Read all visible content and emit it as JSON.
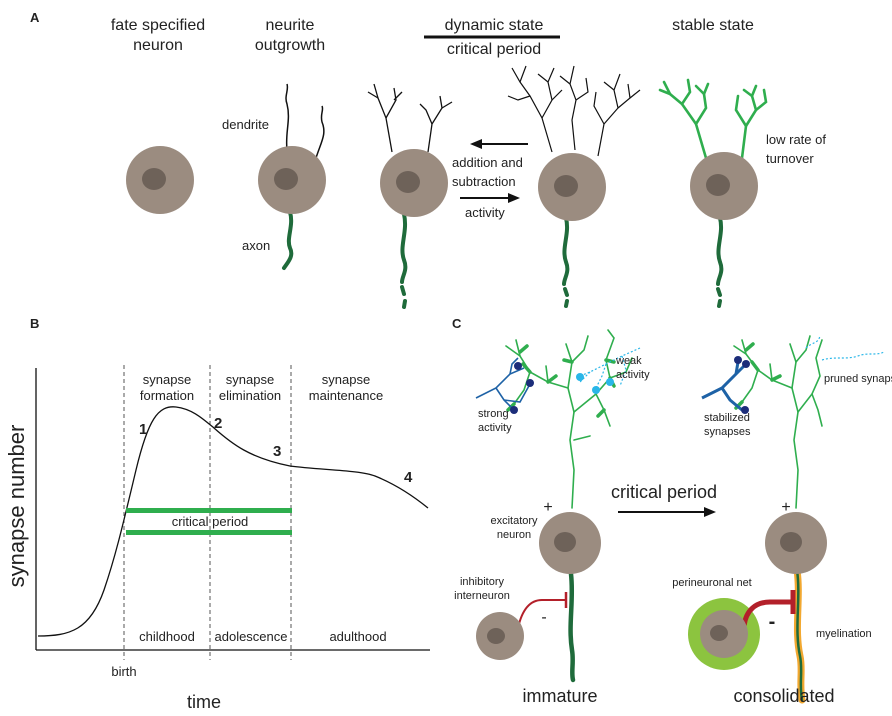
{
  "panels": {
    "a": "A",
    "b": "B",
    "c": "C"
  },
  "panel_a": {
    "stage1": [
      "fate specified",
      "neuron"
    ],
    "stage2": [
      "neurite",
      "outgrowth"
    ],
    "stage3": [
      "dynamic state",
      "critical period"
    ],
    "stage4": "stable state",
    "dendrite": "dendrite",
    "axon": "axon",
    "addition": "addition and",
    "subtraction": "subtraction",
    "activity": "activity",
    "turnover": [
      "low rate of",
      "turnover"
    ]
  },
  "panel_b": {
    "ylabel": "synapse number",
    "xlabel": "time",
    "birth": "birth",
    "phases": {
      "formation": [
        "synapse",
        "formation"
      ],
      "elimination": [
        "synapse",
        "elimination"
      ],
      "maintenance": [
        "synapse",
        "maintenance"
      ]
    },
    "numbers": [
      "1",
      "2",
      "3",
      "4"
    ],
    "critical_period": "critical period",
    "ages": [
      "childhood",
      "adolescence",
      "adulthood"
    ]
  },
  "panel_c": {
    "strong": [
      "strong",
      "activity"
    ],
    "weak": [
      "weak",
      "activity"
    ],
    "stabilized": [
      "stabilized",
      "synapses"
    ],
    "pruned": "pruned synapses",
    "critical_period": "critical period",
    "excitatory": [
      "excitatory",
      "neuron"
    ],
    "inhibitory": [
      "inhibitory",
      "interneuron"
    ],
    "perineuronal": "perineuronal net",
    "myelination": "myelination",
    "plus": "+",
    "minus": "-",
    "immature": "immature",
    "consolidated": "consolidated"
  },
  "colors": {
    "soma": "#9b8c80",
    "nucleus": "#6e6259",
    "axon": "#1f6b3b",
    "green": "#2fae4e",
    "blue": "#1e62a6",
    "dark_blue": "#1c2d7a",
    "light_blue": "#29b6e8",
    "inhibit": "#b3202a",
    "net": "#8cc43f",
    "myelin": "#f2a830"
  }
}
